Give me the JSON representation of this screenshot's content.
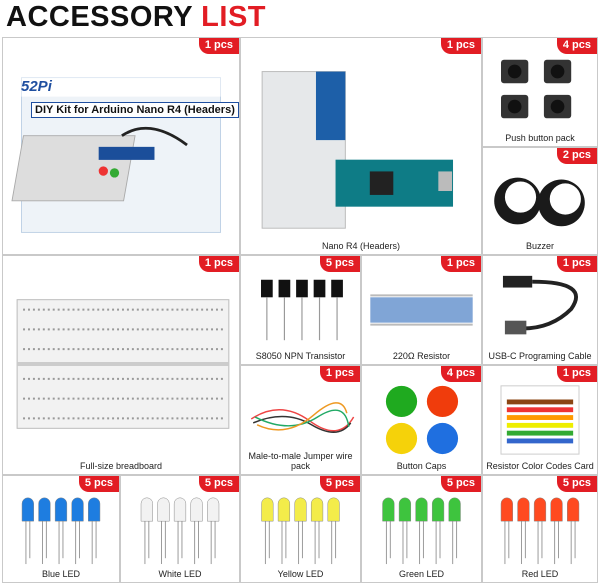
{
  "title": {
    "part1": "ACCESSORY ",
    "part2": "LIST"
  },
  "kit": {
    "logo": "52Pi",
    "box_title": "DIY Kit for Arduino Nano R4 (Headers)"
  },
  "items": [
    {
      "qty": "1 pcs",
      "label": ""
    },
    {
      "qty": "1 pcs",
      "label": "Nano R4 (Headers)"
    },
    {
      "qty": "4 pcs",
      "label": "Push button pack"
    },
    {
      "qty": "2 pcs",
      "label": "Buzzer"
    },
    {
      "qty": "1 pcs",
      "label": "Full-size breadboard"
    },
    {
      "qty": "5 pcs",
      "label": "S8050 NPN Transistor"
    },
    {
      "qty": "1 pcs",
      "label": "220Ω Resistor"
    },
    {
      "qty": "1 pcs",
      "label": "USB-C  Programing Cable"
    },
    {
      "qty": "1 pcs",
      "label": "Male-to-male Jumper wire  pack"
    },
    {
      "qty": "4 pcs",
      "label": "Button Caps"
    },
    {
      "qty": "1 pcs",
      "label": "Resistor Color Codes Card"
    },
    {
      "qty": "5 pcs",
      "label": "Blue LED"
    },
    {
      "qty": "5 pcs",
      "label": "White LED"
    },
    {
      "qty": "5 pcs",
      "label": "Yellow LED"
    },
    {
      "qty": "5 pcs",
      "label": "Green LED"
    },
    {
      "qty": "5 pcs",
      "label": "Red LED"
    }
  ],
  "colors": {
    "accent": "#e21d24",
    "led_blue": "#1e7de0",
    "led_white": "#f2f2f2",
    "led_yellow": "#f3ec4a",
    "led_green": "#3ec43e",
    "led_red": "#ff4a20"
  }
}
